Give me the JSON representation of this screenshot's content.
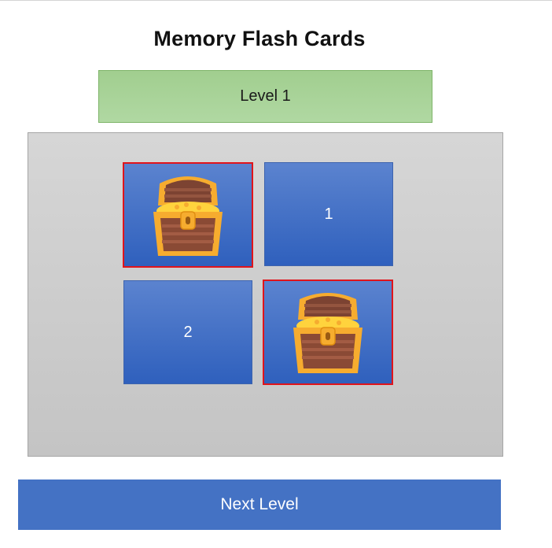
{
  "page": {
    "title": "Memory Flash Cards"
  },
  "level": {
    "label": "Level 1"
  },
  "cards": [
    {
      "label": "",
      "state": "revealed",
      "icon": "treasure-chest-icon"
    },
    {
      "label": "1",
      "state": "hidden"
    },
    {
      "label": "2",
      "state": "hidden"
    },
    {
      "label": "",
      "state": "revealed",
      "icon": "treasure-chest-icon"
    }
  ],
  "next_button": {
    "label": "Next Level"
  },
  "colors": {
    "card_blue": "#2f60bd",
    "highlight_red": "#e0141b",
    "level_green": "#a9d18e",
    "button_blue": "#4472c4"
  }
}
